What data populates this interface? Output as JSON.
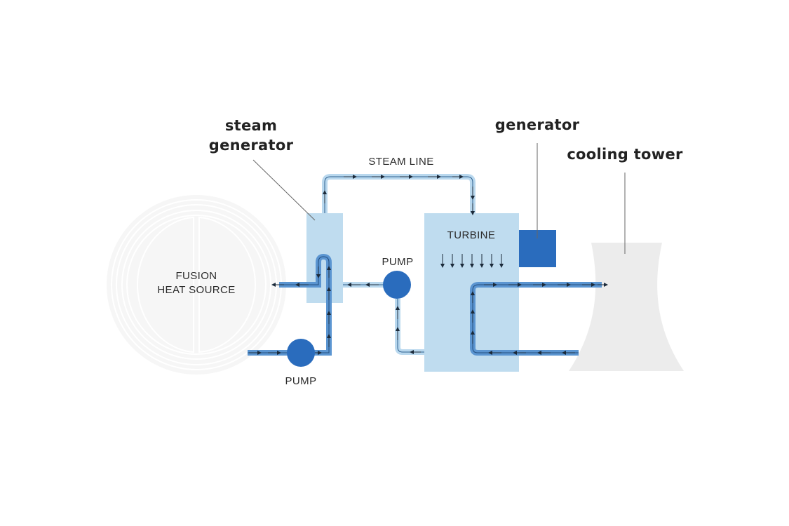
{
  "labels": {
    "steam_generator_line1": "steam",
    "steam_generator_line2": "generator",
    "generator": "generator",
    "cooling_tower": "cooling tower",
    "steam_line": "STEAM LINE",
    "turbine": "TURBINE",
    "pump_right": "PUMP",
    "pump_left": "PUMP",
    "fusion_line1": "FUSION",
    "fusion_line2": "HEAT SOURCE"
  },
  "colors": {
    "pipe_hot": "#5b95d1",
    "pipe_hot_core": "#3f7fc4",
    "pipe_steam": "#b9d8ee",
    "vessel": "#bfdcef",
    "pump": "#2a6cbd",
    "generator": "#2a6cbd",
    "tower": "#ececec",
    "fusion_fill": "#f5f5f5",
    "fusion_ring": "#ffffff"
  }
}
